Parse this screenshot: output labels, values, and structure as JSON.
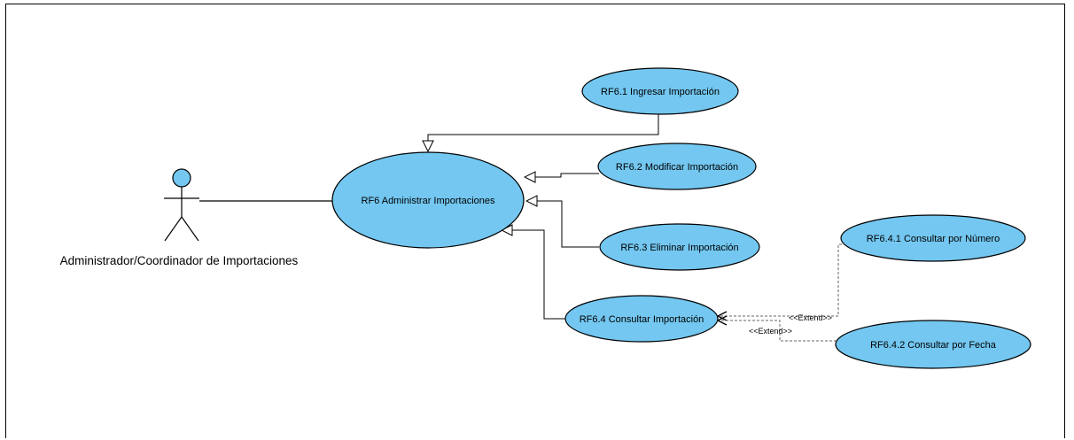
{
  "actor": {
    "label": "Administrador/Coordinador de Importaciones"
  },
  "use_cases": {
    "main": "RF6 Administrar Importaciones",
    "rf61": "RF6.1 Ingresar Importación",
    "rf62": "RF6.2 Modificar Importación",
    "rf63": "RF6.3 Eliminar Importación",
    "rf64": "RF6.4 Consultar Importación",
    "rf641": "RF6.4.1 Consultar por Número",
    "rf642": "RF6.4.2 Consultar por Fecha"
  },
  "relations": {
    "extend_1": "<<Extend>>",
    "extend_2": "<<Extend>>"
  },
  "colors": {
    "use_case_fill": "#73c7f0",
    "stroke": "#000000",
    "dashed": "#666666"
  }
}
